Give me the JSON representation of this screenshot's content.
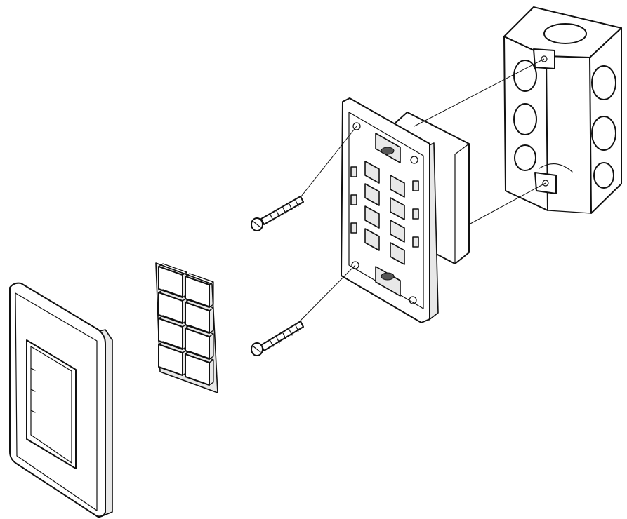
{
  "diagram": {
    "type": "exploded-assembly",
    "parts": [
      {
        "id": "wall-plate",
        "icon": "cover-plate-icon"
      },
      {
        "id": "keypad-buttons",
        "icon": "button-array-icon"
      },
      {
        "id": "screw-upper",
        "icon": "screw-icon"
      },
      {
        "id": "screw-lower",
        "icon": "screw-icon"
      },
      {
        "id": "keypad-module",
        "icon": "keypad-module-icon"
      },
      {
        "id": "electrical-box",
        "icon": "junction-box-icon"
      }
    ],
    "buttons_per_column": 4,
    "button_columns": 2,
    "colors": {
      "line": "#111111",
      "fill": "#ffffff",
      "shade": "#e8e8e8"
    }
  }
}
